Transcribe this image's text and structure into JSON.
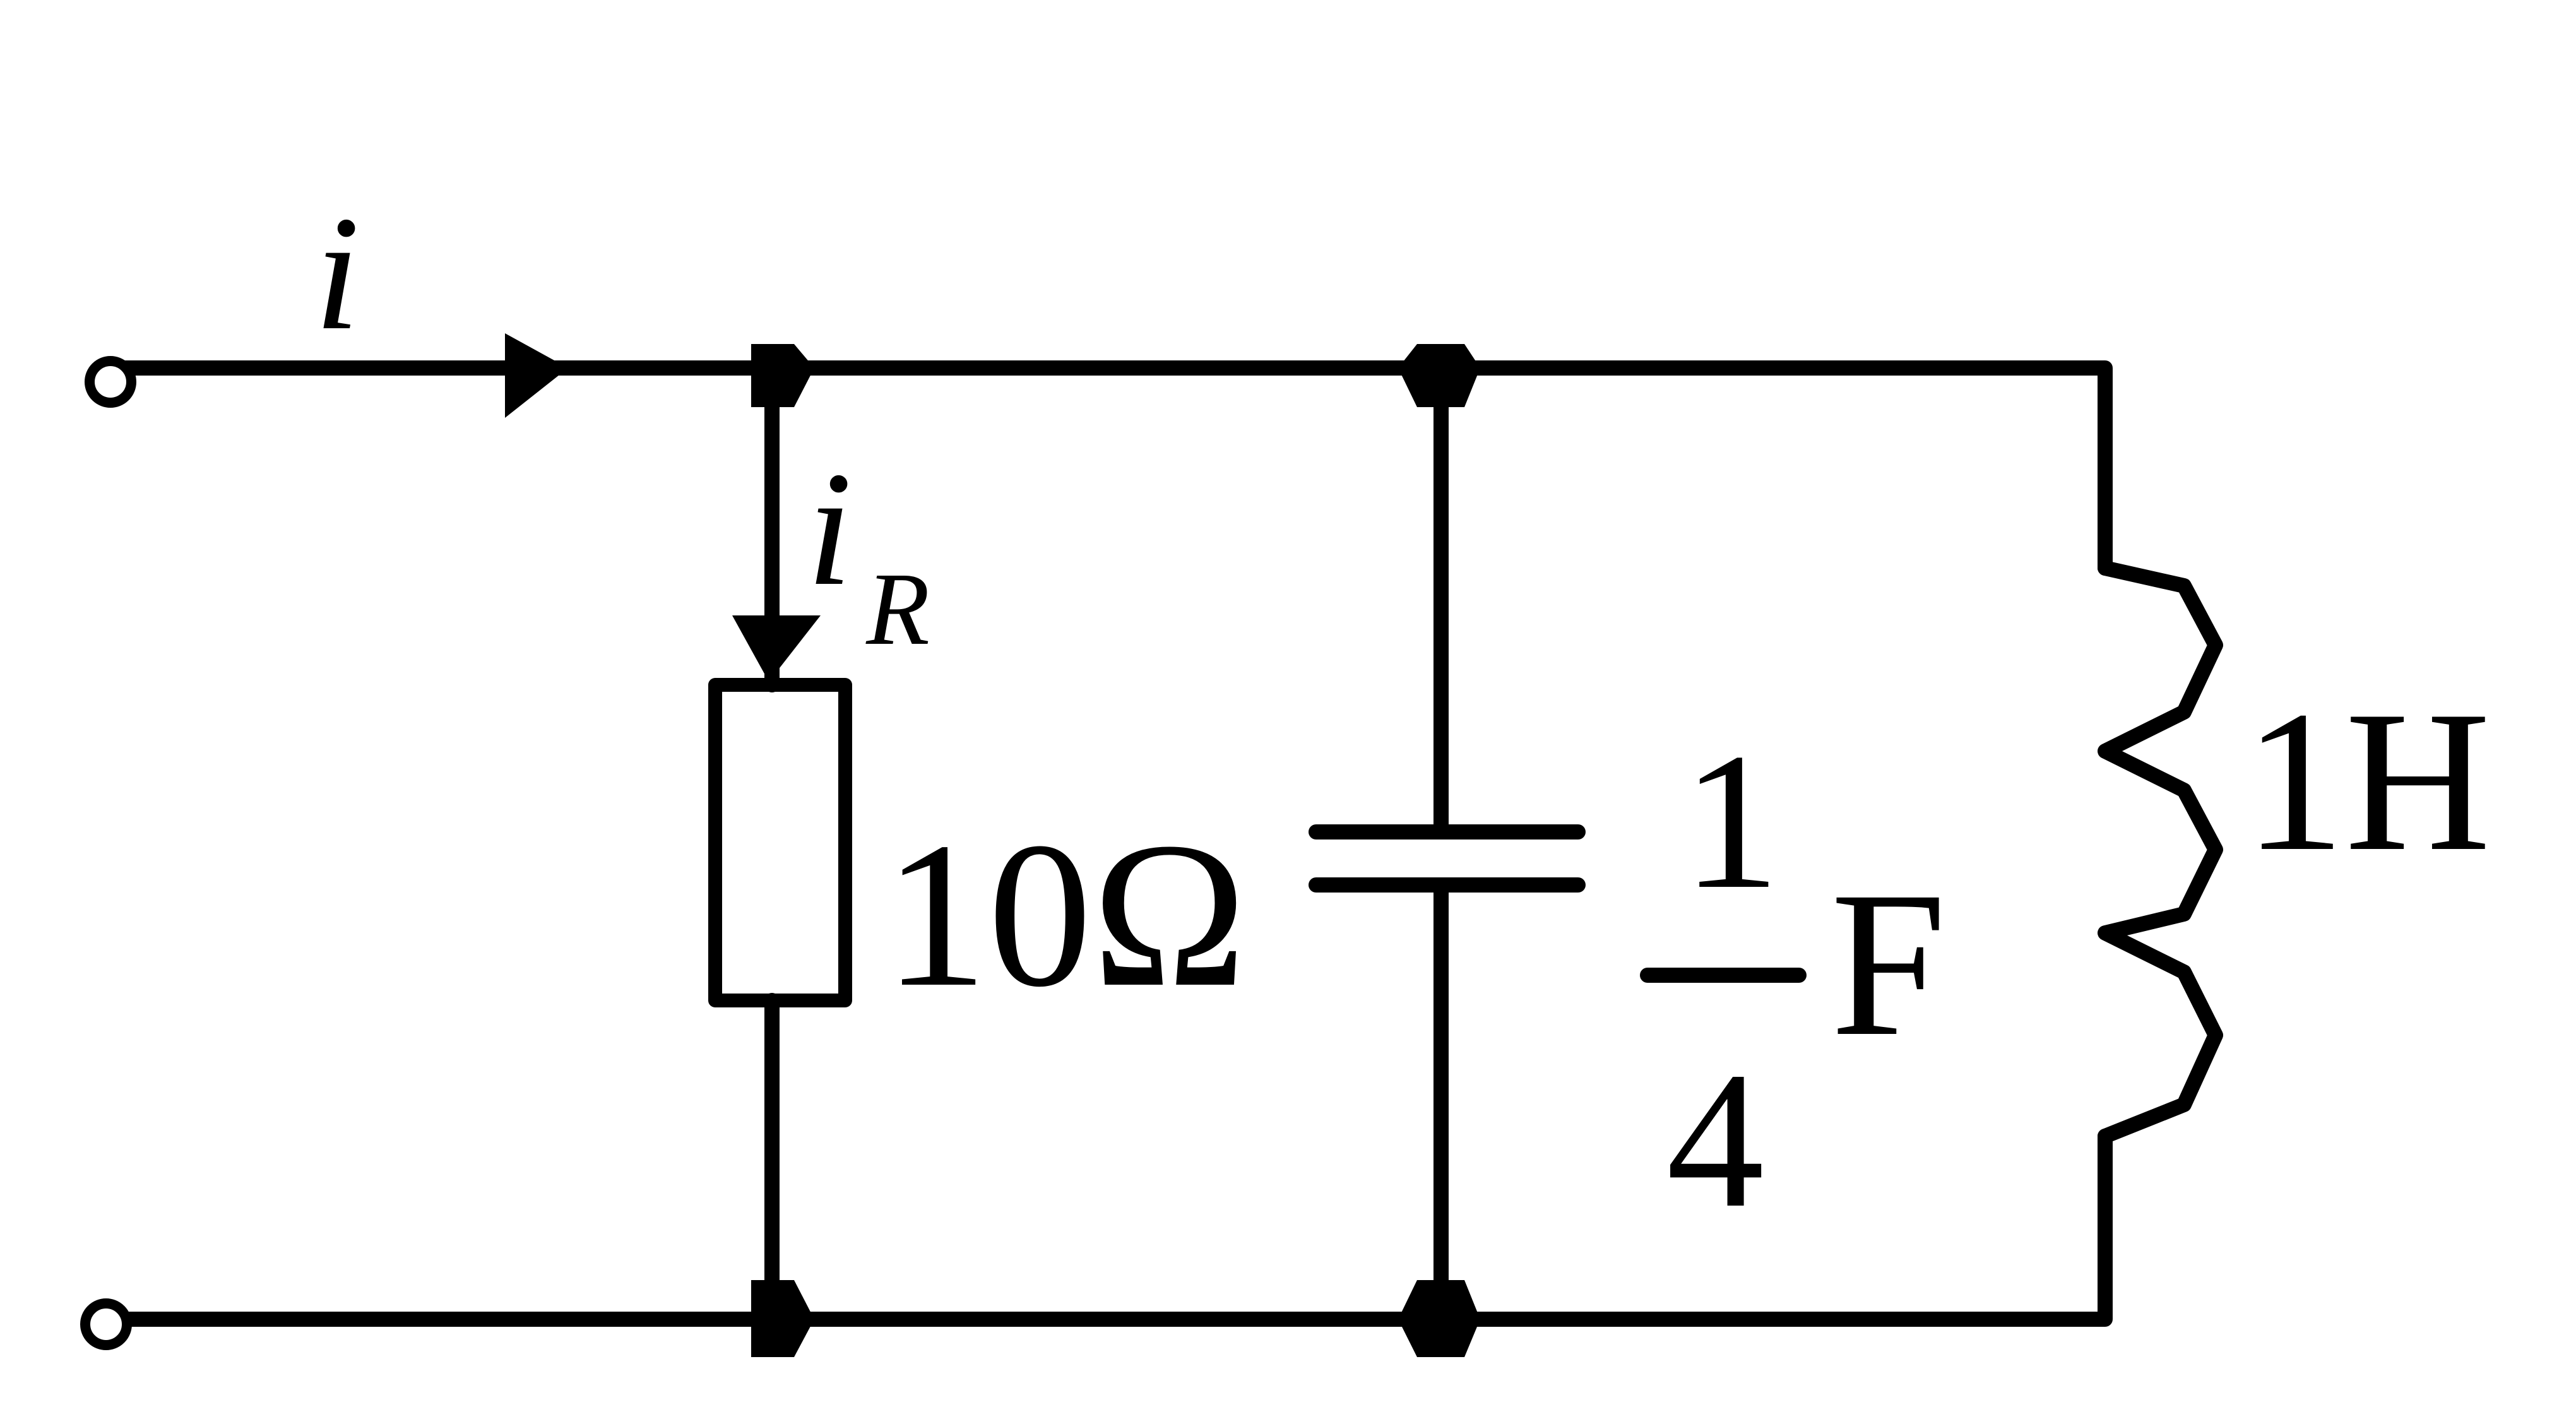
{
  "labels": {
    "source_current": "i",
    "resistor_current_main": "i",
    "resistor_current_sub": "R",
    "resistor_value": "10Ω",
    "capacitor_numerator": "1",
    "capacitor_denominator": "4",
    "capacitor_unit": "F",
    "inductor_value": "1H"
  },
  "colors": {
    "ink": "#000000",
    "background": "#ffffff"
  },
  "icons": {
    "terminal": "open-circle",
    "junction": "filled-node",
    "current-direction": "triangle-arrow"
  }
}
